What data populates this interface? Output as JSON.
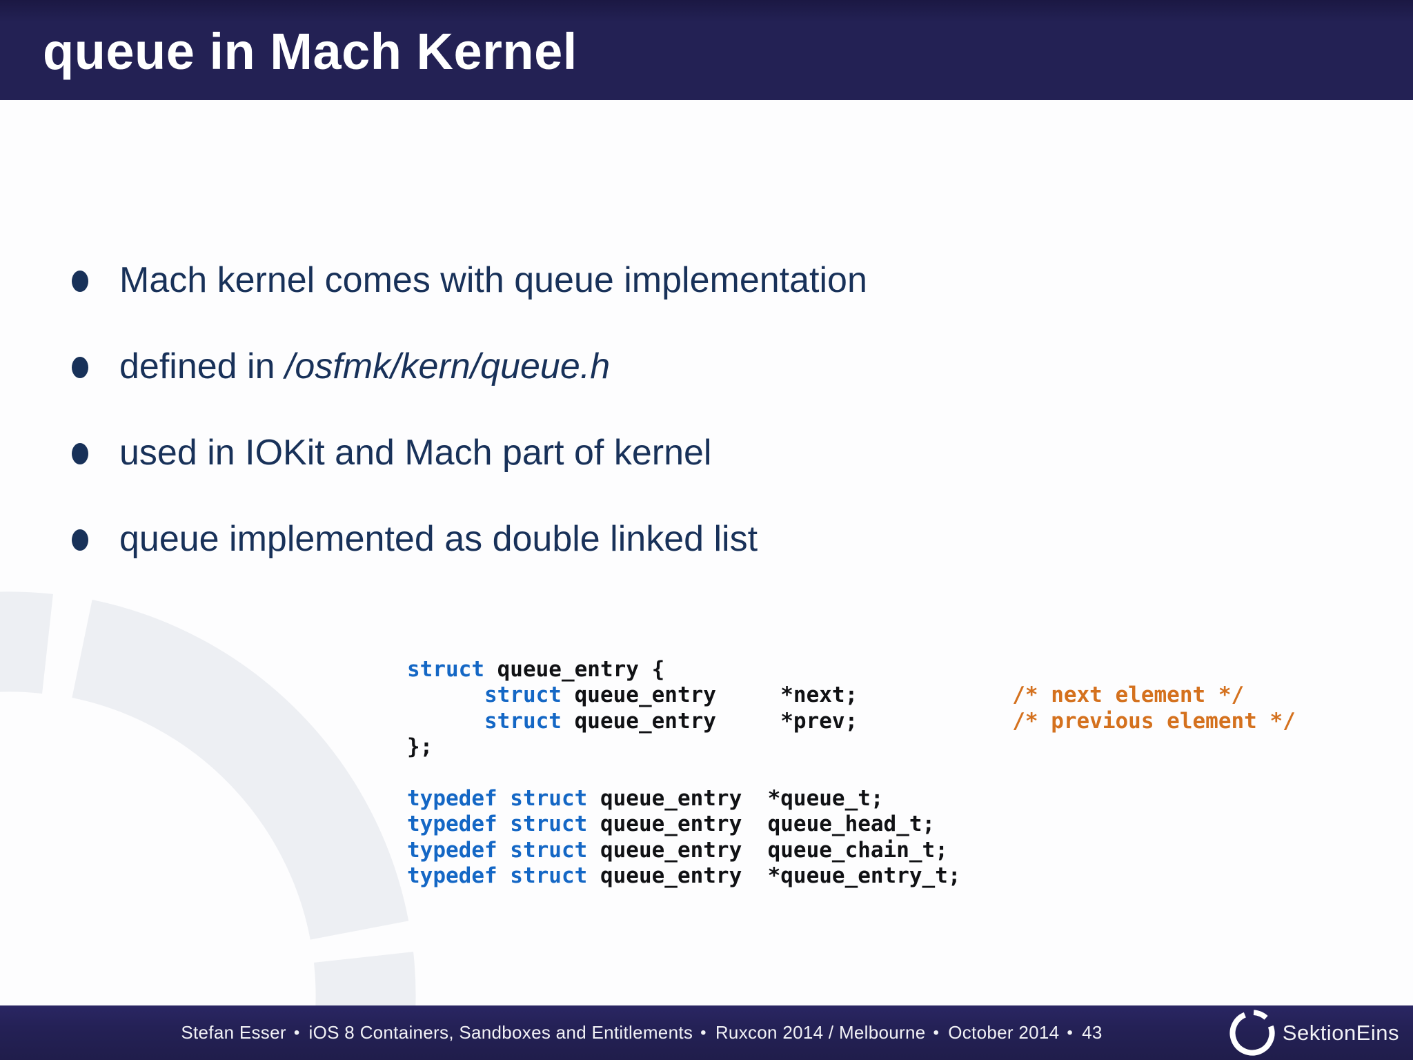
{
  "slide_title": "queue in Mach Kernel",
  "bullets": [
    [
      {
        "style": "regular",
        "text": "Mach kernel comes with queue implementation"
      }
    ],
    [
      {
        "style": "regular",
        "text": "defined in "
      },
      {
        "style": "italic",
        "text": "/osfmk/kern/queue.h"
      }
    ],
    [
      {
        "style": "regular",
        "text": "used in IOKit and Mach part of kernel"
      }
    ],
    [
      {
        "style": "regular",
        "text": "queue implemented as double linked list"
      }
    ]
  ],
  "code": {
    "lines": [
      [
        {
          "c": "kw",
          "t": "struct"
        },
        {
          "c": "pl",
          "t": " queue_entry {"
        }
      ],
      [
        {
          "c": "pl",
          "t": "      "
        },
        {
          "c": "kw",
          "t": "struct"
        },
        {
          "c": "pl",
          "t": " queue_entry     *next;            "
        },
        {
          "c": "cm",
          "t": "/* next element */"
        }
      ],
      [
        {
          "c": "pl",
          "t": "      "
        },
        {
          "c": "kw",
          "t": "struct"
        },
        {
          "c": "pl",
          "t": " queue_entry     *prev;            "
        },
        {
          "c": "cm",
          "t": "/* previous element */"
        }
      ],
      [
        {
          "c": "pl",
          "t": "};"
        }
      ],
      [],
      [
        {
          "c": "kw",
          "t": "typedef struct"
        },
        {
          "c": "pl",
          "t": " queue_entry  *queue_t;"
        }
      ],
      [
        {
          "c": "kw",
          "t": "typedef struct"
        },
        {
          "c": "pl",
          "t": " queue_entry  queue_head_t;"
        }
      ],
      [
        {
          "c": "kw",
          "t": "typedef struct"
        },
        {
          "c": "pl",
          "t": " queue_entry  queue_chain_t;"
        }
      ],
      [
        {
          "c": "kw",
          "t": "typedef struct"
        },
        {
          "c": "pl",
          "t": " queue_entry  *queue_entry_t;"
        }
      ]
    ]
  },
  "footer": {
    "segments": [
      "Stefan Esser",
      "iOS 8 Containers, Sandboxes and Entitlements",
      "Ruxcon 2014 / Melbourne",
      "October 2014",
      "43"
    ],
    "separator": "•",
    "logo_text": "SektionEins"
  },
  "colors": {
    "header_bg": "#232154",
    "header_bg_top": "#1b1843",
    "body_bg": "#fdfdfe",
    "title_text": "#ffffff",
    "bullet_text": "#183159",
    "code_keyword": "#1467c5",
    "code_plain": "#101114",
    "code_comment": "#d4711e",
    "footer_bg": "#242156",
    "footer_text": "#f2f2f6",
    "watermark": "#edeff3"
  }
}
